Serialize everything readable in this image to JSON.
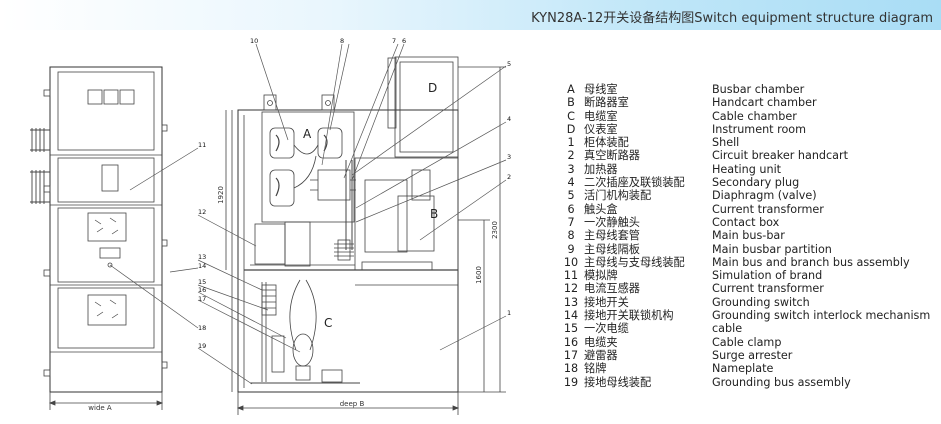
{
  "header": {
    "title": "KYN28A-12开关设备结构图Switch equipment structure diagram"
  },
  "drawing": {
    "compartment_labels": [
      "A",
      "B",
      "C",
      "D"
    ],
    "callouts": [
      "1",
      "2",
      "3",
      "4",
      "5",
      "6",
      "7",
      "8",
      "10",
      "11",
      "12",
      "13",
      "14",
      "15",
      "16",
      "17",
      "18",
      "19"
    ],
    "dimensions": {
      "width_label": "wide A",
      "depth_label": "deep B",
      "h1": "1920",
      "h2": "2300",
      "h3": "1600"
    }
  },
  "legend": [
    {
      "code": "A",
      "cn": "母线室",
      "en": "Busbar chamber"
    },
    {
      "code": "B",
      "cn": "断路器室",
      "en": "Handcart chamber"
    },
    {
      "code": "C",
      "cn": "电缆室",
      "en": "Cable chamber"
    },
    {
      "code": "D",
      "cn": "仪表室",
      "en": "Instrument room"
    },
    {
      "code": "1",
      "cn": "柜体装配",
      "en": "Shell"
    },
    {
      "code": "2",
      "cn": "真空断路器",
      "en": "Circuit breaker handcart"
    },
    {
      "code": "3",
      "cn": "加热器",
      "en": "Heating unit"
    },
    {
      "code": "4",
      "cn": "二次插座及联锁装配",
      "en": "Secondary plug"
    },
    {
      "code": "5",
      "cn": "活门机构装配",
      "en": "Diaphragm (valve)"
    },
    {
      "code": "6",
      "cn": "触头盒",
      "en": "Current transformer"
    },
    {
      "code": "7",
      "cn": "一次静触头",
      "en": "Contact box"
    },
    {
      "code": "8",
      "cn": "主母线套管",
      "en": "Main bus-bar"
    },
    {
      "code": "9",
      "cn": "主母线隔板",
      "en": "Main busbar partition"
    },
    {
      "code": "10",
      "cn": "主母线与支母线装配",
      "en": "Main bus and branch bus assembly"
    },
    {
      "code": "11",
      "cn": "模拟牌",
      "en": "Simulation of brand"
    },
    {
      "code": "12",
      "cn": "电流互感器",
      "en": "Current transformer"
    },
    {
      "code": "13",
      "cn": "接地开关",
      "en": "Grounding switch"
    },
    {
      "code": "14",
      "cn": "接地开关联锁机构",
      "en": "Grounding switch interlock mechanism"
    },
    {
      "code": "15",
      "cn": "一次电缆",
      "en": "cable"
    },
    {
      "code": "16",
      "cn": "电缆夹",
      "en": "Cable clamp"
    },
    {
      "code": "17",
      "cn": "避雷器",
      "en": "Surge arrester"
    },
    {
      "code": "18",
      "cn": "铭牌",
      "en": "Nameplate"
    },
    {
      "code": "19",
      "cn": "接地母线装配",
      "en": "Grounding bus assembly"
    }
  ]
}
